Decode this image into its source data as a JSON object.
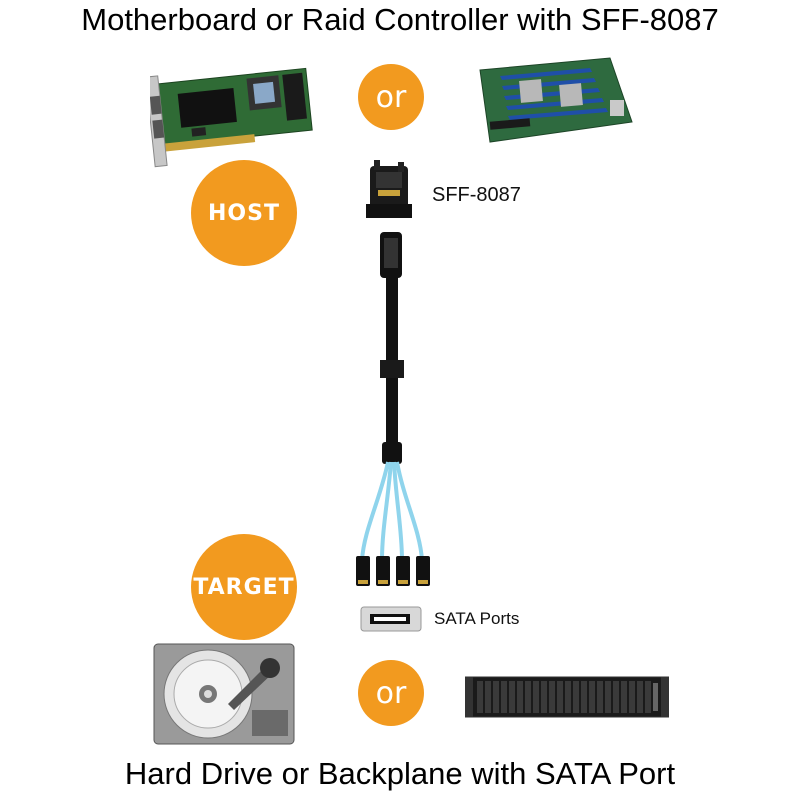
{
  "header": {
    "title": "Motherboard or Raid Controller with SFF-8087"
  },
  "footer": {
    "title": "Hard Drive or Backplane with SATA Port"
  },
  "host": {
    "badge": "HOST",
    "connector_label": "SFF-8087",
    "or_label": "or"
  },
  "target": {
    "badge": "TARGET",
    "ports_label": "SATA Ports",
    "or_label": "or"
  },
  "colors": {
    "accent": "#f29a1f",
    "pcb_green": "#2f6b35",
    "board_blue": "#1f4fa8",
    "cable": "#111111",
    "sata_wire": "#8fd4ec"
  },
  "icons": [
    "raid-controller-card-icon",
    "server-motherboard-icon",
    "sff-8087-connector-icon",
    "breakout-cable-icon",
    "sata-port-icon",
    "hard-drive-icon",
    "backplane-rack-icon"
  ]
}
